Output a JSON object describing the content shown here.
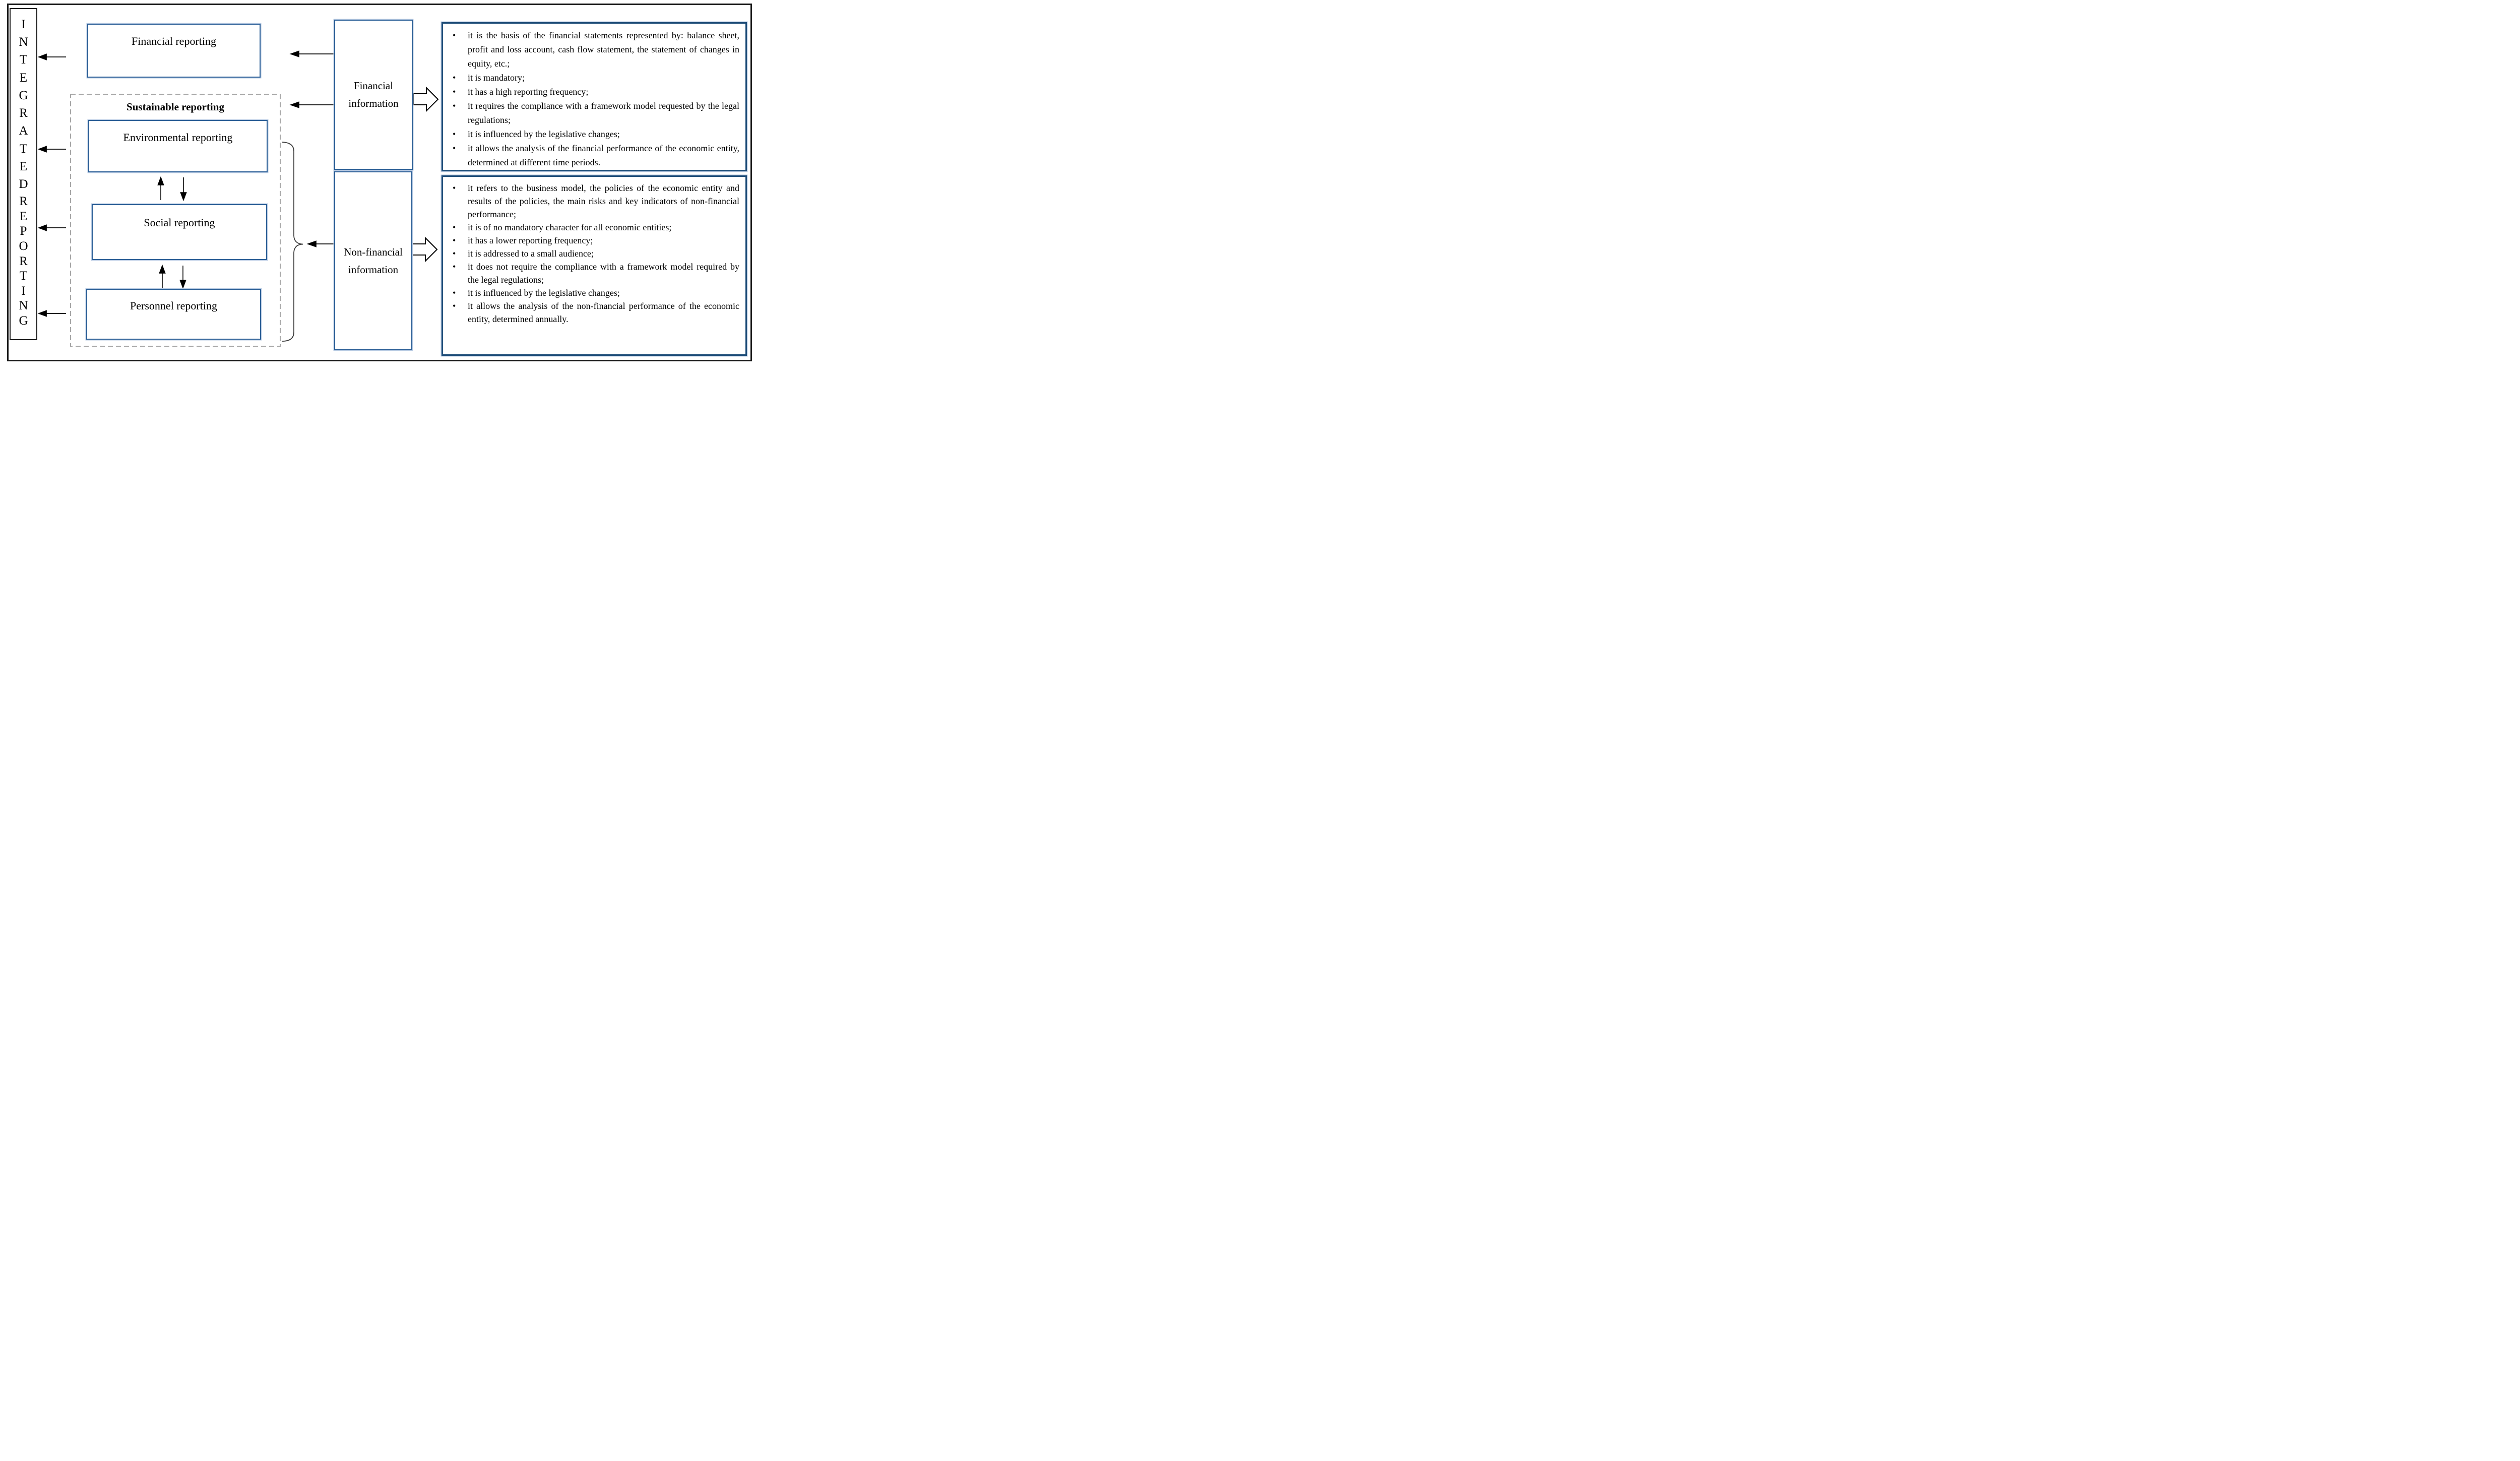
{
  "title_column": {
    "word1": "INTEGRATED",
    "word2": "REPORTING"
  },
  "reporting_boxes": {
    "financial": "Financial reporting",
    "sustainable_group_title": "Sustainable reporting",
    "environmental": "Environmental reporting",
    "social": "Social reporting",
    "personnel": "Personnel reporting"
  },
  "info_boxes": {
    "financial_line1": "Financial",
    "financial_line2": "information",
    "nonfinancial_line1": "Non-financial",
    "nonfinancial_line2": "information"
  },
  "details": {
    "financial_bullets": [
      "it is the basis of the financial statements represented by: balance sheet, profit and loss account, cash flow statement, the statement of changes in equity, etc.;",
      "it is mandatory;",
      "it has a high reporting frequency;",
      "it requires the compliance with a framework model requested by the legal regulations;",
      "it is influenced by the legislative changes;",
      "it allows the analysis of the financial performance of the economic entity, determined at different time periods."
    ],
    "nonfinancial_bullets": [
      "it refers to the business model, the policies of the economic entity and results of the policies, the main risks and key indicators of non-financial performance;",
      "it is of no mandatory character for all economic entities;",
      "it has a lower reporting frequency;",
      "it is addressed to a small audience;",
      "it does not require the compliance with a framework model required by the legal regulations;",
      "it is influenced by the legislative changes;",
      "it allows the analysis of the non-financial performance of the economic entity, determined annually."
    ]
  },
  "colors": {
    "outer_border": "#1a1a1a",
    "box_border": "#2d6097",
    "detail_border": "#1f4e79",
    "border_halo": "#b9cbe3",
    "dashed_border": "#a6a6a6",
    "arrow": "#000000",
    "text": "#000000"
  }
}
